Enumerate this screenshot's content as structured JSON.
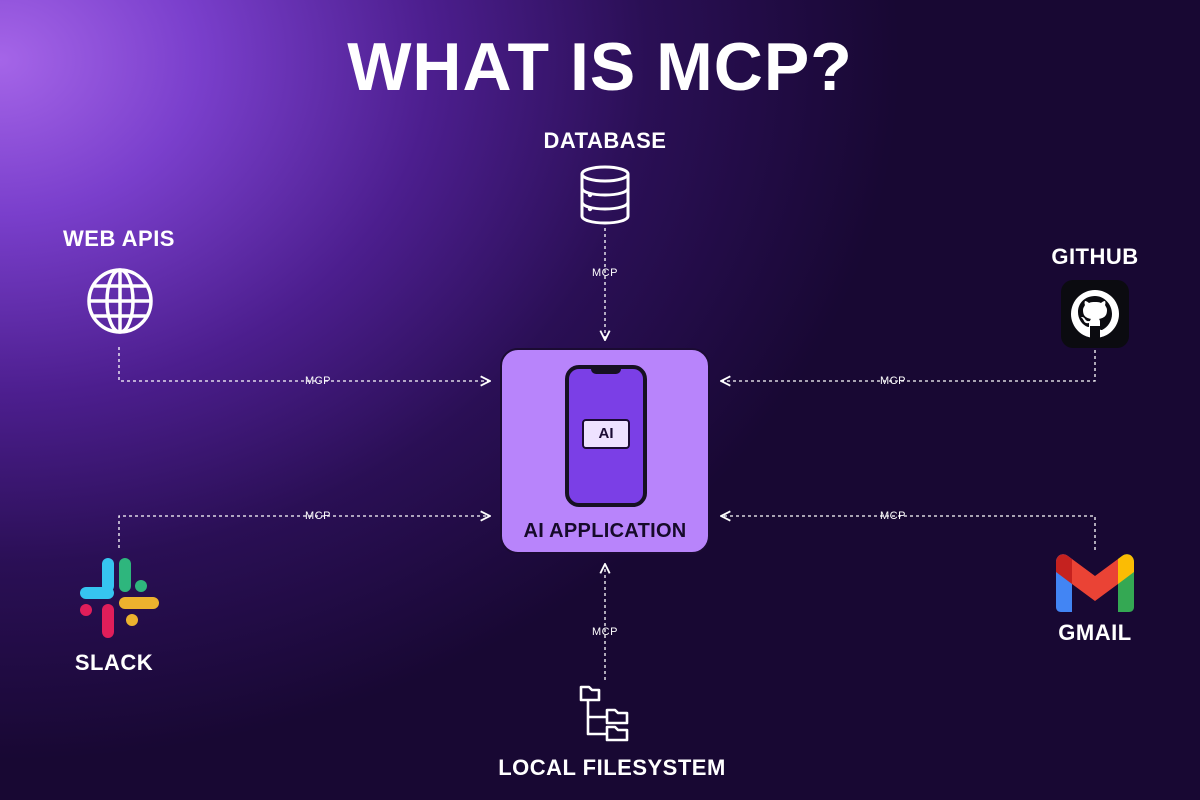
{
  "title": "WHAT IS MCP?",
  "center": {
    "label": "AI APPLICATION",
    "chip": "AI"
  },
  "connector_label": "MCP",
  "nodes": {
    "database": "DATABASE",
    "web_apis": "WEB APIS",
    "github": "GITHUB",
    "slack": "SLACK",
    "gmail": "GMAIL",
    "filesystem": "LOCAL FILESYSTEM"
  },
  "colors": {
    "background_light": "#a565e8",
    "background_dark": "#180833",
    "center_box": "#b884fb",
    "phone_screen": "#7b3fe6"
  },
  "icons": {
    "database": "database-icon",
    "web_apis": "globe-icon",
    "github": "github-icon",
    "slack": "slack-icon",
    "gmail": "gmail-icon",
    "filesystem": "folder-tree-icon"
  }
}
